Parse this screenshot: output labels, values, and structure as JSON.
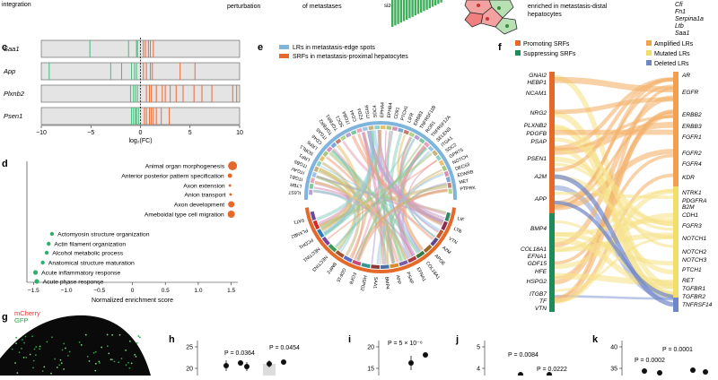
{
  "top": {
    "left_caption": "integration",
    "mid1_caption": "perturbation",
    "mid2_caption": "of metastases",
    "frag_label": "size",
    "right_caption_line1": "enriched in metastasis-distal",
    "right_caption_line2": "hepatocytes",
    "genes": [
      "Cfi",
      "Fn1",
      "Serpina1a",
      "Ltb",
      "Saa1"
    ]
  },
  "panel_c": {
    "letter": "c",
    "xlabel": "log₂(FC)",
    "ticks": [
      "−10",
      "−5",
      "0",
      "5",
      "10"
    ],
    "genes": [
      {
        "name": "Saa1",
        "green": [
          -5.1,
          -1.2,
          -0.4,
          -0.3
        ],
        "orange": [
          0.3,
          0.5,
          0.8,
          1.0,
          1.3
        ]
      },
      {
        "name": "App",
        "green": [
          -9.2,
          -3.0,
          -1.9,
          -0.9,
          -0.6,
          -0.4
        ],
        "orange": [
          0.3,
          0.6,
          1.0,
          1.2,
          4.0,
          5.5
        ]
      },
      {
        "name": "Plxnb2",
        "green": [
          -1.0,
          -0.7,
          -0.5,
          -0.3
        ],
        "orange": [
          0.6,
          0.9,
          1.1,
          1.6,
          2.2,
          2.5,
          3.0,
          3.6,
          4.3,
          5.4,
          6.2,
          7.2,
          9.3,
          9.7
        ]
      },
      {
        "name": "Psen1",
        "green": [
          -0.9,
          -0.7,
          -0.5,
          -0.4,
          -0.2
        ],
        "orange": [
          0.4,
          0.6,
          0.9,
          1.1,
          1.3,
          1.6,
          2.1,
          2.9
        ]
      }
    ]
  },
  "panel_d": {
    "letter": "d",
    "xlabel": "Normalized enrichment score",
    "ticks": [
      "−1.5",
      "−1.0",
      "−0.5",
      "0",
      "0.5",
      "1.0",
      "1.5"
    ],
    "terms": [
      {
        "label": "Animal organ morphogenesis",
        "nes": 1.52,
        "color": "#e46a2b",
        "size": 5
      },
      {
        "label": "Anterior posterior pattern specification",
        "nes": 1.48,
        "color": "#e46a2b",
        "size": 2.5
      },
      {
        "label": "Axon extension",
        "nes": 1.48,
        "color": "#e46a2b",
        "size": 1.5
      },
      {
        "label": "Anion transport",
        "nes": 1.49,
        "color": "#e46a2b",
        "size": 1.5
      },
      {
        "label": "Axon development",
        "nes": 1.5,
        "color": "#e46a2b",
        "size": 3.5
      },
      {
        "label": "Ameboidal type cell migration",
        "nes": 1.5,
        "color": "#e46a2b",
        "size": 4
      },
      {
        "label": "Actomyosin structure organization",
        "nes": -1.22,
        "color": "#2fb06e",
        "size": 2.2
      },
      {
        "label": "Actin filament organization",
        "nes": -1.27,
        "color": "#2fb06e",
        "size": 2.2
      },
      {
        "label": "Alcohol metabolic process",
        "nes": -1.3,
        "color": "#2fb06e",
        "size": 2.2
      },
      {
        "label": "Anatomical structure maturation",
        "nes": -1.36,
        "color": "#2fb06e",
        "size": 2.2
      },
      {
        "label": "Acute inflammatory response",
        "nes": -1.47,
        "color": "#2fb06e",
        "size": 2.6
      },
      {
        "label": "Acute phase response",
        "nes": -1.45,
        "color": "#2fb06e",
        "size": 2.6
      }
    ]
  },
  "panel_e": {
    "letter": "e",
    "legend": [
      {
        "label": "LRs in metastasis-edge spots",
        "color": "#7fb5dc"
      },
      {
        "label": "SRFs in metastasis-proximal hepatocytes",
        "color": "#e46a2b"
      }
    ],
    "top_labels": [
      "IL6ST",
      "LTBR",
      "ITGB1",
      "ITGAV",
      "ITGB5",
      "LRP1",
      "SORL1",
      "LRP6",
      "CD46",
      "ITGA5",
      "TGFBR2",
      "TGFBR1",
      "SDC1",
      "ITGB4",
      "CD44",
      "FZD4",
      "ITGA6",
      "SDC4",
      "EPHA4",
      "EPHB4",
      "CD81",
      "PTCH1",
      "LIFR",
      "ERBB3",
      "TNFRSF11B",
      "ROR1",
      "TNFRSF12A",
      "SELENS",
      "ITGA1",
      "SDC2",
      "GPR75",
      "NOTCH",
      "DEC63",
      "EDNRB",
      "MET",
      "PTPRK"
    ],
    "bottom_labels": [
      "FAT1",
      "PLXNB2",
      "PCDH1",
      "NECTIN1",
      "NECTIN3",
      "BMP2",
      "GDF15",
      "FGF8",
      "HSPG2",
      "SAA1",
      "BMP4",
      "APP",
      "PSAP",
      "EFNA1",
      "COL18A1",
      "APOE",
      "A2M",
      "VTN",
      "LTB",
      "LIF"
    ]
  },
  "panel_f": {
    "letter": "f",
    "legend_left": [
      {
        "label": "Promoting SRFs",
        "color": "#e46a2b"
      },
      {
        "label": "Suppressing SRFs",
        "color": "#1f8a5a"
      }
    ],
    "legend_right": [
      {
        "label": "Amplified LRs",
        "color": "#f0a050"
      },
      {
        "label": "Mutated LRs",
        "color": "#f2dc6a"
      },
      {
        "label": "Deleted LRs",
        "color": "#6f86c8"
      }
    ],
    "left_genes": [
      "GNAI2",
      "HEBP1",
      "NCAM1",
      "NRG2",
      "PLXNB2",
      "PDGFB",
      "PSAP",
      "PSEN1",
      "A2M",
      "APP",
      "BMP4",
      "COL18A1",
      "EFNA1",
      "GDF15",
      "HFE",
      "HSPG2",
      "ITGB7",
      "TF",
      "VTN"
    ],
    "right_genes": [
      "AR",
      "EGFR",
      "ERBB2",
      "ERBB3",
      "FGFR1",
      "FGFR2",
      "FGFR4",
      "KDR",
      "NTRK1",
      "PDGFRA",
      "B2M",
      "CDH1",
      "FGFR3",
      "NOTCH1",
      "NOTCH2",
      "NOTCH3",
      "PTCH1",
      "RET",
      "TGFBR1",
      "TGFBR2",
      "TNFRSF14"
    ]
  },
  "panel_g": {
    "letter": "g",
    "label1": "mCherry",
    "label2": "GFP"
  },
  "panel_h": {
    "letter": "h",
    "p1": "P = 0.0364",
    "p2": "P = 0.0454",
    "ticks": [
      "25",
      "20"
    ]
  },
  "panel_i": {
    "letter": "i",
    "p1": "P = 5 × 10⁻⁶",
    "ticks": [
      "20",
      "15"
    ]
  },
  "panel_j": {
    "letter": "j",
    "p1": "P = 0.0084",
    "p2": "P = 0.0222",
    "ticks": [
      "5",
      "4"
    ]
  },
  "panel_k": {
    "letter": "k",
    "p1": "P = 0.0001",
    "p2": "P = 0.0002",
    "ticks": [
      "40",
      "35"
    ]
  }
}
